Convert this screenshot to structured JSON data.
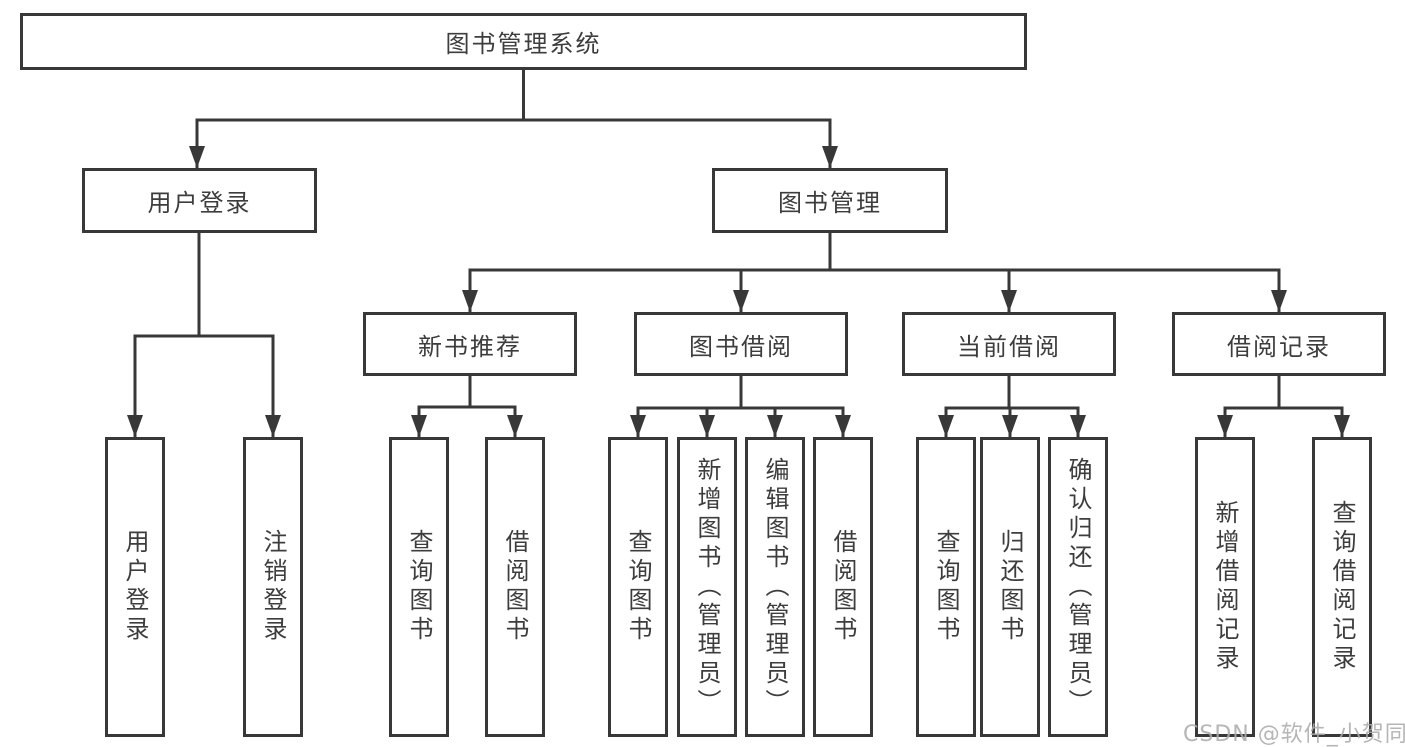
{
  "tree": {
    "label": "图书管理系统",
    "children": [
      {
        "label": "用户登录",
        "children": [
          {
            "label": "用户登录"
          },
          {
            "label": "注销登录"
          }
        ]
      },
      {
        "label": "图书管理",
        "children": [
          {
            "label": "新书推荐",
            "children": [
              {
                "label": "查询图书"
              },
              {
                "label": "借阅图书"
              }
            ]
          },
          {
            "label": "图书借阅",
            "children": [
              {
                "label": "查询图书"
              },
              {
                "label": "新增图书（管理员）"
              },
              {
                "label": "编辑图书（管理员）"
              },
              {
                "label": "借阅图书"
              }
            ]
          },
          {
            "label": "当前借阅",
            "children": [
              {
                "label": "查询图书"
              },
              {
                "label": "归还图书"
              },
              {
                "label": "确认归还（管理员）"
              }
            ]
          },
          {
            "label": "借阅记录",
            "children": [
              {
                "label": "新增借阅记录"
              },
              {
                "label": "查询借阅记录"
              }
            ]
          }
        ]
      }
    ]
  },
  "watermark": "CSDN @软件_小贺同学",
  "colors": {
    "line": "#383838",
    "text": "#3d3d3d",
    "background": "#ffffff",
    "watermark": "#acacac"
  }
}
